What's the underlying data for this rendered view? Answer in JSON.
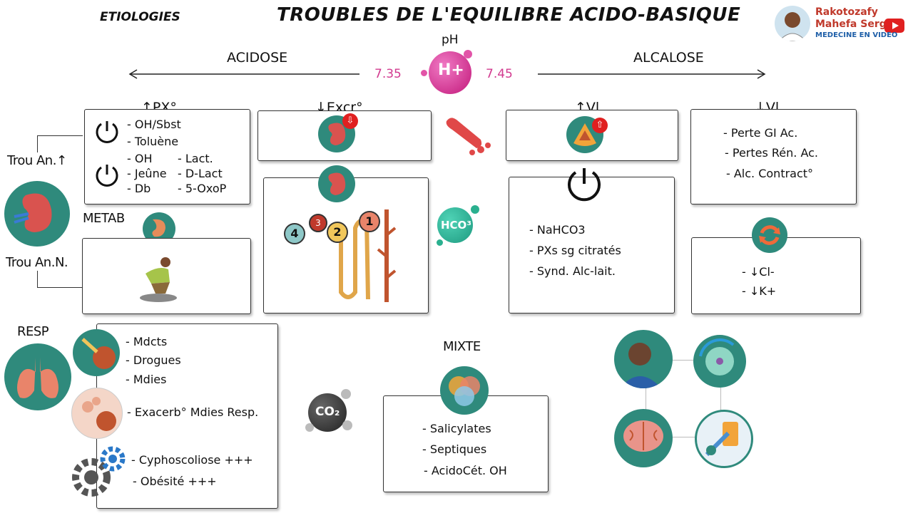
{
  "header": {
    "title": "TROUBLES DE L'EQUILIBRE ACIDO-BASIQUE",
    "etiologies": "ETIOLOGIES",
    "author_line1": "Rakotozafy",
    "author_line2": "Mahefa Serge",
    "channel": "MEDECINE EN VIDEO"
  },
  "ph_scale": {
    "ph_label": "pH",
    "h_label": "H+",
    "low": "7.35",
    "high": "7.45",
    "left_label": "ACIDOSE",
    "right_label": "ALCALOSE"
  },
  "side": {
    "trou_up": "Trou An.↑",
    "metab": "METAB",
    "trou_n": "Trou An.N.",
    "resp": "RESP",
    "mixte": "MIXTE"
  },
  "px_box": {
    "heading": "↑PX°",
    "items": [
      "- OH/Sbst",
      "- Toluène",
      "- OH",
      "- Lact.",
      "- Jeûne",
      "- D-Lact",
      "- Db",
      "- 5-OxoP"
    ]
  },
  "excr_box": {
    "heading": "↓Excr°"
  },
  "nephron": {
    "labels": [
      "4",
      "3",
      "2",
      "1"
    ]
  },
  "hco3": {
    "label": "HCO³"
  },
  "vl_up_box": {
    "heading": "↑Vl",
    "items": [
      "- NaHCO3",
      "- PXs sg citratés",
      "- Synd. Alc-lait."
    ]
  },
  "vl_down_box": {
    "heading": "↓Vl",
    "items": [
      "- Perte GI Ac.",
      "- Pertes Rén. Ac.",
      "- Alc. Contract°"
    ]
  },
  "cl_box": {
    "items": [
      "- ↓Cl-",
      "- ↓K+"
    ]
  },
  "resp_box": {
    "items": [
      "- Mdcts",
      "- Drogues",
      "- Mdies",
      "- Exacerb° Mdies Resp.",
      "- Cyphoscoliose +++",
      "- Obésité +++"
    ]
  },
  "co2": {
    "label": "CO₂"
  },
  "mixte_box": {
    "items": [
      "- Salicylates",
      "- Septiques",
      "- AcidoCét. OH"
    ]
  },
  "colors": {
    "pink": "#d23a8f",
    "teal": "#2f8a7c",
    "kidney": "#d9534f"
  }
}
